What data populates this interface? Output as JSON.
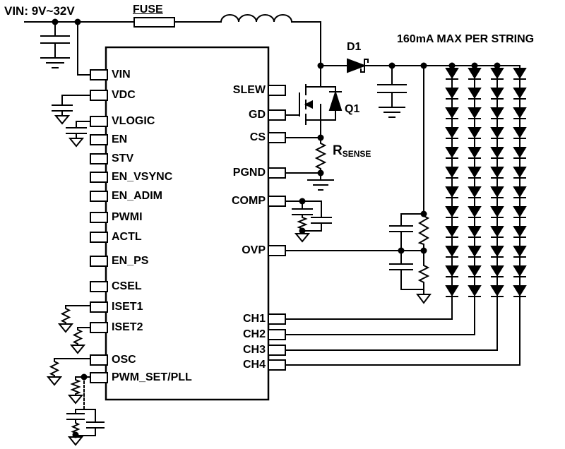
{
  "schematic": {
    "input_label": "VIN: 9V~32V",
    "fuse_label": "FUSE",
    "diode_label": "D1",
    "mosfet_label": "Q1",
    "sense_resistor_label": {
      "base": "R",
      "subscript": "SENSE"
    },
    "led_note": "160mA MAX PER STRING"
  },
  "ic": {
    "left_pins": [
      "VIN",
      "VDC",
      "VLOGIC",
      "EN",
      "STV",
      "EN_VSYNC",
      "EN_ADIM",
      "PWMI",
      "ACTL",
      "EN_PS",
      "CSEL",
      "ISET1",
      "ISET2",
      "OSC",
      "PWM_SET/PLL"
    ],
    "right_pins": [
      "SLEW",
      "GD",
      "CS",
      "PGND",
      "COMP",
      "OVP",
      "CH1",
      "CH2",
      "CH3",
      "CH4"
    ]
  },
  "led_array": {
    "strings": 4,
    "leds_per_string": 12
  },
  "colors": {
    "line": "#000000",
    "background": "#ffffff"
  }
}
